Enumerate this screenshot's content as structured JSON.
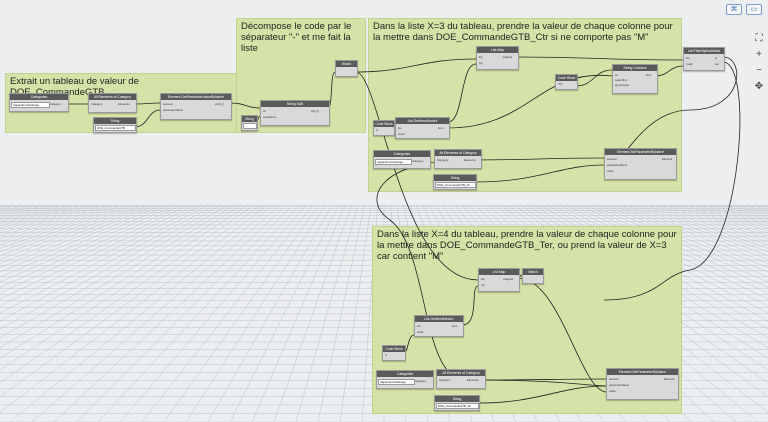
{
  "groups": {
    "g1": "Extrait un tableau de valeur de DOE_CommandeGTB",
    "g2": "Décompose le code par le séparateur \"-\" et me fait la liste",
    "g3": "Dans la liste X=3 du tableau, prendre la valeur de chaque colonne pour la mettre dans DOE_CommandeGTB_Ctr si ne comporte pas \"M\"",
    "g4": "Dans la liste X=4 du tableau, prendre la valeur de chaque colonne pour la mettre dans DOE_CommandeGTB_Ter, ou prend la valeur de X=3 car contient \"M\""
  },
  "nodes": {
    "categories1": {
      "title": "Categories",
      "value": "Appareils d'éclairage",
      "out": "Category"
    },
    "allelem1": {
      "title": "All Elements of Category",
      "in": "Category",
      "out": "Elements"
    },
    "getparam": {
      "title": "Element.GetParameterValueByName",
      "in1": "element",
      "in2": "parameterName",
      "out": "var[]..[]"
    },
    "string1": {
      "title": "String",
      "value": "DOE_CommandeGTB"
    },
    "string_sep": {
      "title": "String",
      "value": "-"
    },
    "split": {
      "title": "String.Split",
      "in1": "str",
      "in2": "separators",
      "out": "str[]..[]"
    },
    "watch": {
      "title": "Watch"
    },
    "listmap1": {
      "title": "List.Map",
      "in1": "list",
      "in2": "f(x)",
      "out": "mapped"
    },
    "getitem1": {
      "title": "List.GetItemAtIndex",
      "in1": "list",
      "in2": "index",
      "out": "item"
    },
    "codeblock1": {
      "title": "Code Block",
      "value": "3;"
    },
    "codeblock2": {
      "title": "Code Block",
      "value": "\"M\";"
    },
    "strcontains": {
      "title": "String.Contains",
      "in1": "str",
      "in2": "searchFor",
      "in3": "ignoreCase",
      "out": "bool"
    },
    "filter": {
      "title": "List.FilterByBoolMask",
      "in1": "list",
      "in2": "mask",
      "out1": "in",
      "out2": "out"
    },
    "categories2": {
      "title": "Categories",
      "value": "Appareils d'éclairage",
      "out": "Category"
    },
    "allelem2": {
      "title": "All Elements of Category",
      "in": "Category",
      "out": "Elements"
    },
    "setparam1": {
      "title": "Element.SetParameterByName",
      "in1": "element",
      "in2": "parameterName",
      "in3": "value",
      "out": "Element"
    },
    "string2": {
      "title": "String",
      "value": "DOE_CommandeGTB_Ctr"
    },
    "listmap2": {
      "title": "List.Map",
      "in1": "list",
      "in2": "f(x)",
      "out": "mapped"
    },
    "watch2": {
      "title": "Watch"
    },
    "getitem2": {
      "title": "List.GetItemAtIndex",
      "in1": "list",
      "in2": "index",
      "out": "item"
    },
    "codeblock3": {
      "title": "Code Block",
      "value": "4;"
    },
    "categories3": {
      "title": "Categories",
      "value": "Appareils d'éclairage",
      "out": "Category"
    },
    "allelem3": {
      "title": "All Elements of Category",
      "in": "Category",
      "out": "Elements"
    },
    "setparam2": {
      "title": "Element.SetParameterByName",
      "in1": "element",
      "in2": "parameterName",
      "in3": "value",
      "out": "Element"
    },
    "string3": {
      "title": "String",
      "value": "DOE_CommandeGTB_Ter"
    }
  },
  "controls": {
    "zoom_fit": "⛶",
    "zoom_in": "+",
    "zoom_out": "−",
    "pan": "✥"
  },
  "colors": {
    "group_bg": "#d4e3a7",
    "node_header": "#5a5a5a",
    "wire": "#222222",
    "grid": "#b7c3cf"
  }
}
